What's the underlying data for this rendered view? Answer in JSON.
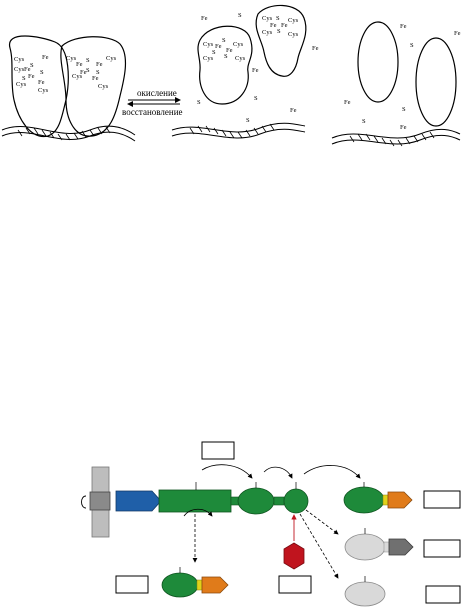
{
  "upper": {
    "arrow_forward_label": "окисление",
    "arrow_back_label": "восстановление",
    "left_cluster": {
      "labels": [
        "Cys",
        "Fe",
        "S",
        "Cys",
        "Fe",
        "Fe",
        "S",
        "Cys",
        "S",
        "Fe",
        "Cys"
      ],
      "labels_right": [
        "Cys",
        "Cys",
        "S",
        "Fe",
        "Fe",
        "S",
        "Cys",
        "Fe",
        "S",
        "Fe",
        "Cys"
      ]
    },
    "middle_free_atoms": [
      "Fe",
      "S",
      "Fe",
      "Fe",
      "S",
      "S",
      "S",
      "Fe"
    ],
    "middle_cluster_labels": [
      "Cys",
      "S",
      "Fe",
      "Cys",
      "Fe",
      "S",
      "Cys",
      "S",
      "Cys"
    ],
    "middle_cluster2_labels": [
      "Cys",
      "S",
      "Cys",
      "Fe",
      "Fe",
      "Cys",
      "S",
      "Cys"
    ],
    "right_free_atoms": [
      "Fe",
      "Fe",
      "S",
      "Fe",
      "S",
      "S",
      "Fe"
    ]
  },
  "lower": {
    "colors": {
      "membrane": "#bdbdbd",
      "blue": "#1f5fa8",
      "green": "#1e8a3a",
      "orange": "#e07b1a",
      "yellow": "#e0d21a",
      "gray": "#707070",
      "light": "#d9d9d9",
      "red": "#c0141e"
    }
  }
}
